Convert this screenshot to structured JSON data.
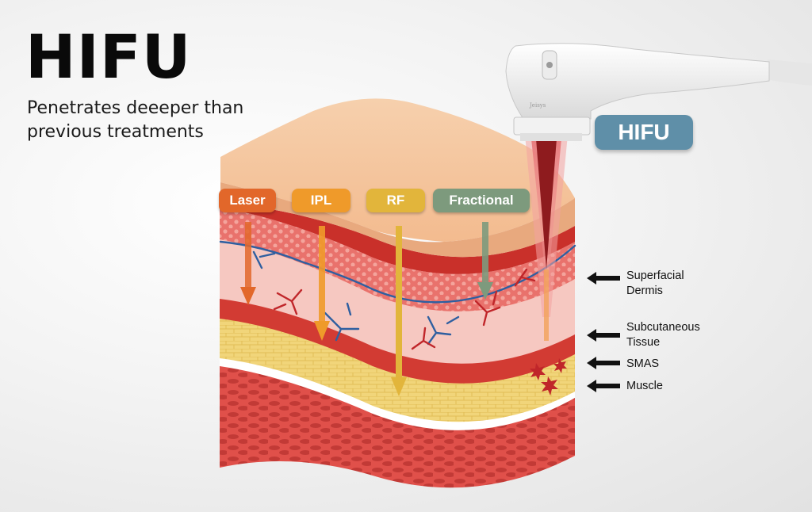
{
  "title": "HIFU",
  "subtitle": "Penetrates deeeper than previous treatments",
  "badge": "HIFU",
  "device_brand": "Jeisys",
  "treatments": [
    {
      "label": "Laser",
      "color": "#e2672a"
    },
    {
      "label": "IPL",
      "color": "#ef9a2a"
    },
    {
      "label": "RF",
      "color": "#e2b53b"
    },
    {
      "label": "Fractional",
      "color": "#7d9a7d"
    }
  ],
  "layers": [
    {
      "label_1": "Superfacial",
      "label_2": "Dermis"
    },
    {
      "label_1": "Subcutaneous",
      "label_2": "Tissue"
    },
    {
      "label_1": "SMAS",
      "label_2": ""
    },
    {
      "label_1": "Muscle",
      "label_2": ""
    }
  ]
}
